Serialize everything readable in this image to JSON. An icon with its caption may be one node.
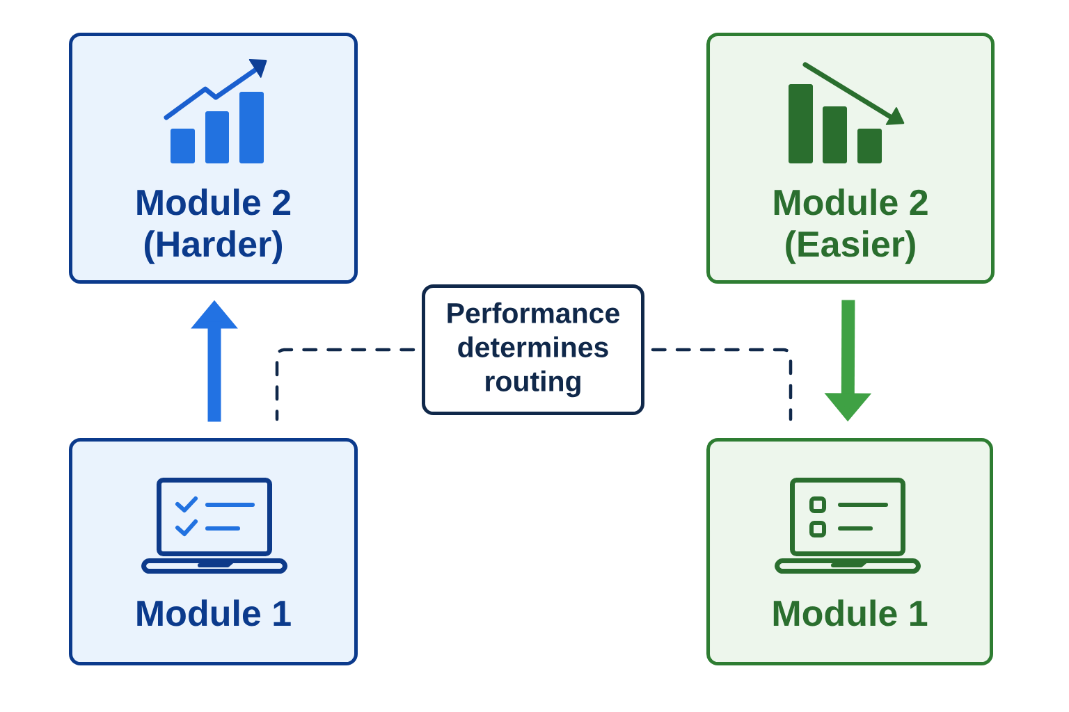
{
  "diagram": {
    "nodes": [
      {
        "text": [
          "Module 2 (Harder)"
        ]
      },
      {
        "text": [
          "Module 2 (Easier)"
        ]
      },
      {
        "text": [
          "Performance determines routing"
        ]
      },
      {
        "text": [
          "Module 1"
        ]
      },
      {
        "text": [
          "Module 1"
        ]
      }
    ],
    "edges": [
      {
        "from": 3,
        "to": 0,
        "arrow": "to",
        "style": "thick",
        "color": "#2272e3"
      },
      {
        "from": 1,
        "to": 4,
        "arrow": "to",
        "style": "thick",
        "color": "#3fa144"
      },
      {
        "from": 2,
        "to": 3,
        "arrow": "none",
        "style": "dashed"
      },
      {
        "from": 2,
        "to": 4,
        "arrow": "none",
        "style": "dashed"
      }
    ]
  }
}
